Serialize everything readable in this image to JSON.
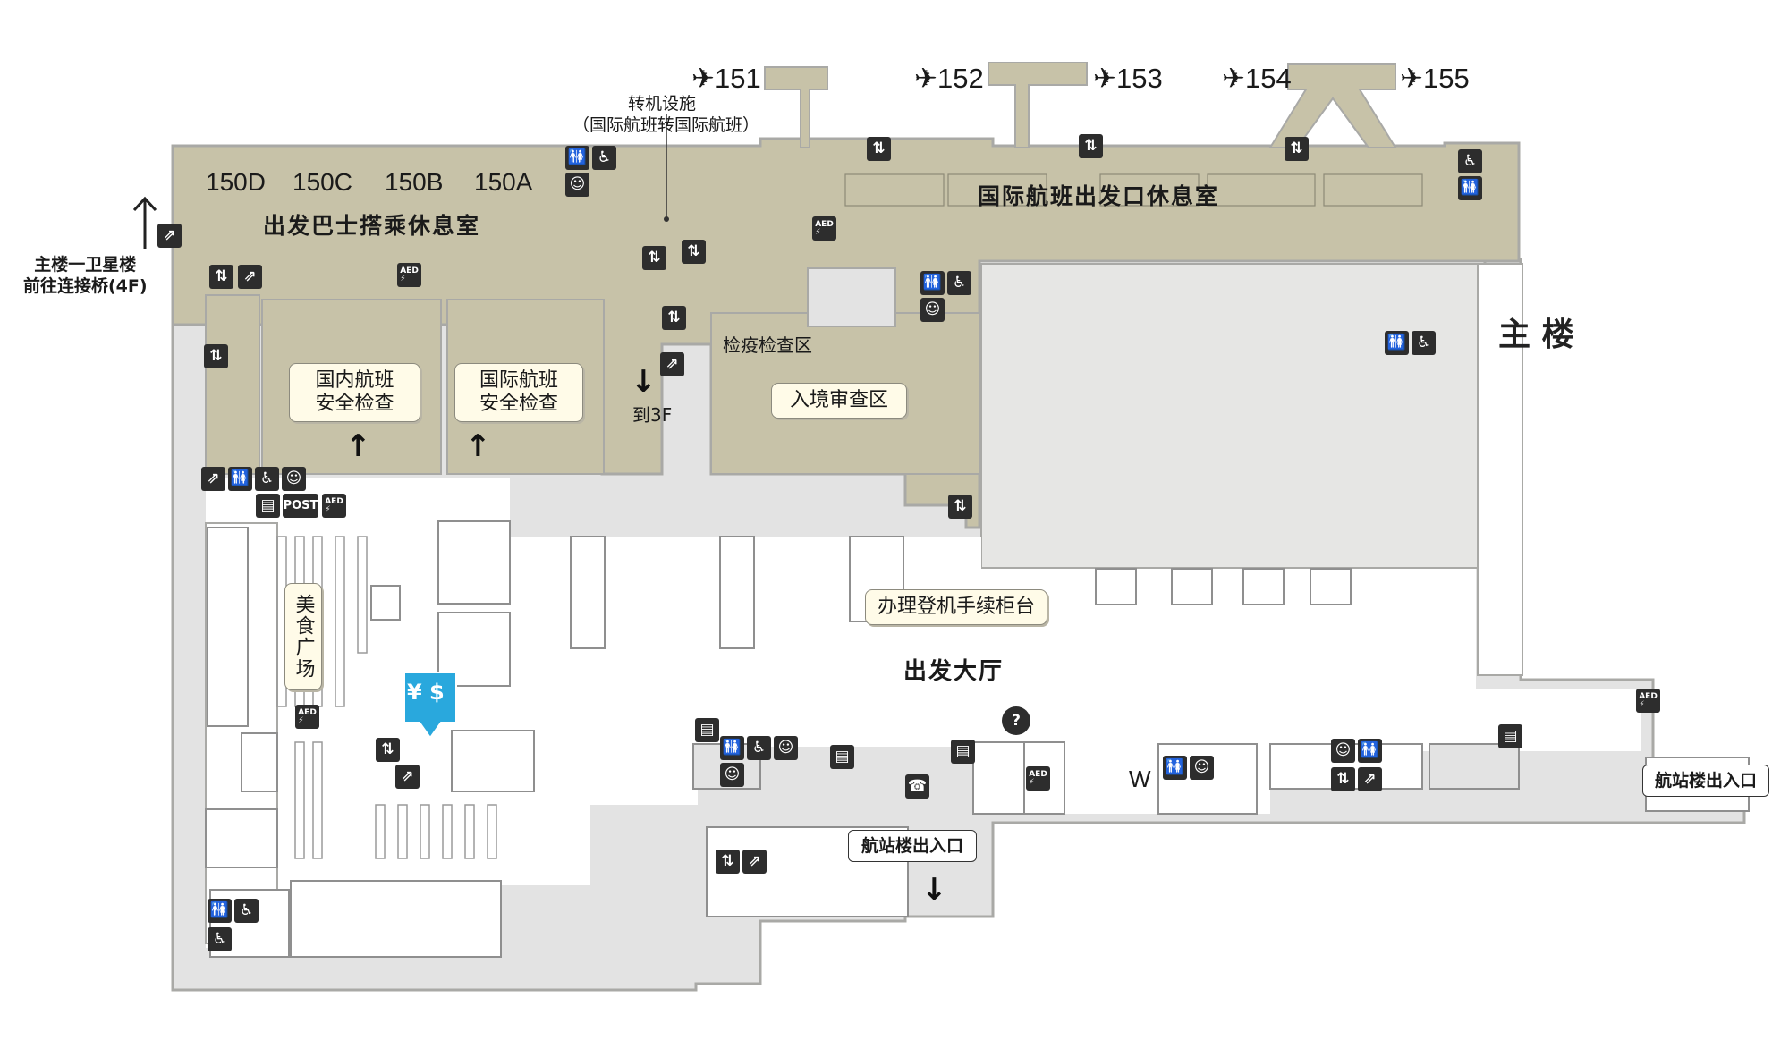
{
  "gates": {
    "g151": "151",
    "g152": "152",
    "g153": "153",
    "g154": "154",
    "g155": "155",
    "plane_glyph": "✈"
  },
  "bus_gates": [
    "150D",
    "150C",
    "150B",
    "150A"
  ],
  "labels": {
    "transfer_line1": "转机设施",
    "transfer_line2": "（国际航班转国际航班）",
    "bus_lounge": "出发巴士搭乘休息室",
    "intl_lounge": "国际航班出发口休息室",
    "satellite_line1": "主楼一卫星楼",
    "satellite_line2": "前往连接桥(4F)",
    "main_building": "主 楼",
    "domestic_security_line1": "国内航班",
    "domestic_security_line2": "安全检查",
    "intl_security_line1": "国际航班",
    "intl_security_line2": "安全检查",
    "to_3f": "到3F",
    "quarantine": "检疫检查区",
    "immigration": "入境审查区",
    "checkin": "办理登机手续柜台",
    "departure_hall": "出发大厅",
    "food_court": "美食广场",
    "exit_main": "航站楼出入口",
    "exit_right": "航站楼出入口",
    "w_label": "W",
    "post_label": "POST",
    "currency_label": "¥ $"
  },
  "icons": {
    "toilet": "toilet-icon",
    "accessible": "wheelchair-icon",
    "elevator": "elevator-icon",
    "escalator": "escalator-icon",
    "aed": "aed-icon",
    "nursing": "nursing-room-icon",
    "locker": "locker-icon",
    "info": "information-icon",
    "phone": "phone-icon",
    "currency": "currency-exchange-icon"
  },
  "colors": {
    "airside": "#c7c2a8",
    "airside_dark": "#b7b195",
    "landside": "#e3e3e3",
    "wall": "#a9a9a6",
    "white_zone": "#ffffff",
    "box_fill": "#fffbe8",
    "currency_blue": "#29a8dd"
  }
}
